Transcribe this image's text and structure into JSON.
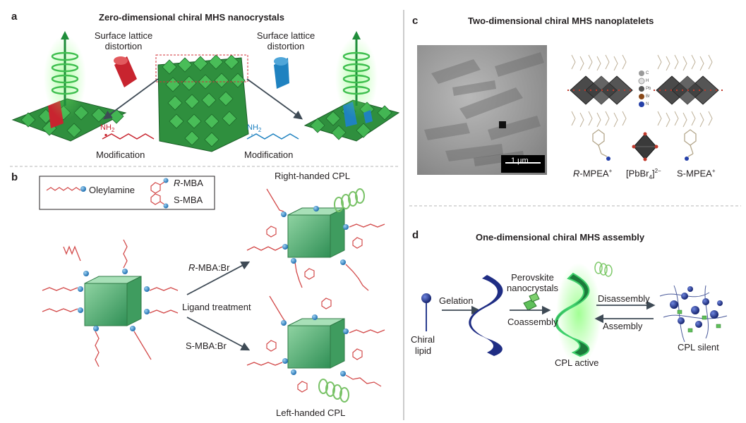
{
  "panels": {
    "a": {
      "letter": "a",
      "title": "Zero-dimensional chiral MHS nanocrystals",
      "left_distortion": "Surface lattice distortion",
      "right_distortion": "Surface lattice distortion",
      "left_nh2": "NH",
      "left_nh2_sub": "2",
      "right_nh2": "NH",
      "right_nh2_sub": "2",
      "left_modification": "Modification",
      "right_modification": "Modification"
    },
    "b": {
      "letter": "b",
      "legend_oleylamine": "Oleylamine",
      "legend_r_prefix": "R",
      "legend_r_suffix": "-MBA",
      "legend_s": "S-MBA",
      "right_handed": "Right-handed CPL",
      "left_handed": "Left-handed CPL",
      "r_mba_br_prefix": "R",
      "r_mba_br_suffix": "-MBA:Br",
      "s_mba_br": "S-MBA:Br",
      "ligand_treatment": "Ligand treatment"
    },
    "c": {
      "letter": "c",
      "title": "Two-dimensional chiral MHS nanoplatelets",
      "scale_bar": "1 μm",
      "r_mpea_prefix": "R",
      "r_mpea_suffix": "-MPEA",
      "r_mpea_sup": "+",
      "pbbr4_main": "[PbBr",
      "pbbr4_sub": "4",
      "pbbr4_close": "]",
      "pbbr4_sup": "2−",
      "s_mpea": "S-MPEA",
      "s_mpea_sup": "+",
      "legend_atoms": [
        "C",
        "H",
        "Pb",
        "Br",
        "N"
      ]
    },
    "d": {
      "letter": "d",
      "title": "One-dimensional chiral MHS assembly",
      "chiral_lipid_1": "Chiral",
      "chiral_lipid_2": "lipid",
      "gelation": "Gelation",
      "perovskite_1": "Perovskite",
      "perovskite_2": "nanocrystals",
      "coassembly": "Coassembly",
      "disassembly": "Disassembly",
      "assembly": "Assembly",
      "cpl_active": "CPL active",
      "cpl_silent": "CPL silent"
    }
  },
  "colors": {
    "green": "#3aa84a",
    "dark_green": "#1f6d2e",
    "red": "#c8242f",
    "blue": "#1f82c0",
    "navy": "#1c2f7a",
    "arrow": "#3e4a55",
    "ligand_red": "#d34a4a",
    "divider": "#9a9a9a"
  }
}
